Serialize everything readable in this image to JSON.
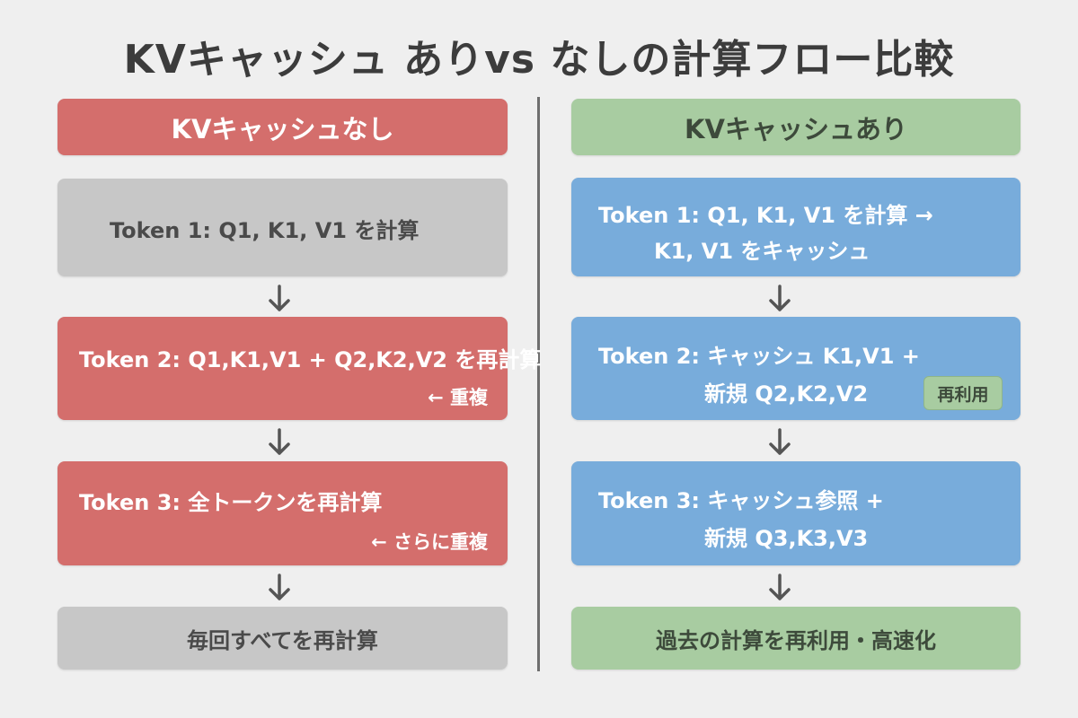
{
  "title": "KVキャッシュ ありvs なしの計算フロー比較",
  "left": {
    "header": "KVキャッシュなし",
    "steps": [
      {
        "text": "Token 1: Q1, K1, V1 を計算"
      },
      {
        "text": "Token 2: Q1,K1,V1 + Q2,K2,V2 を再計算",
        "note": "← 重複"
      },
      {
        "text": "Token 3: 全トークンを再計算",
        "note": "← さらに重複"
      }
    ],
    "result": "毎回すべてを再計算"
  },
  "right": {
    "header": "KVキャッシュあり",
    "steps": [
      {
        "line1": "Token 1: Q1, K1, V1 を計算 →",
        "line2": "K1, V1 をキャッシュ"
      },
      {
        "line1": "Token 2: キャッシュ K1,V1 +",
        "line2": "新規 Q2,K2,V2",
        "badge": "再利用"
      },
      {
        "line1": "Token 3: キャッシュ参照 +",
        "line2": "新規 Q3,K3,V3"
      }
    ],
    "result": "過去の計算を再利用・高速化"
  },
  "colors": {
    "no_cache": "#d46e6c",
    "neutral": "#c7c7c7",
    "with_cache": "#78acdb",
    "success": "#a8cca1",
    "arrow": "#555555"
  }
}
